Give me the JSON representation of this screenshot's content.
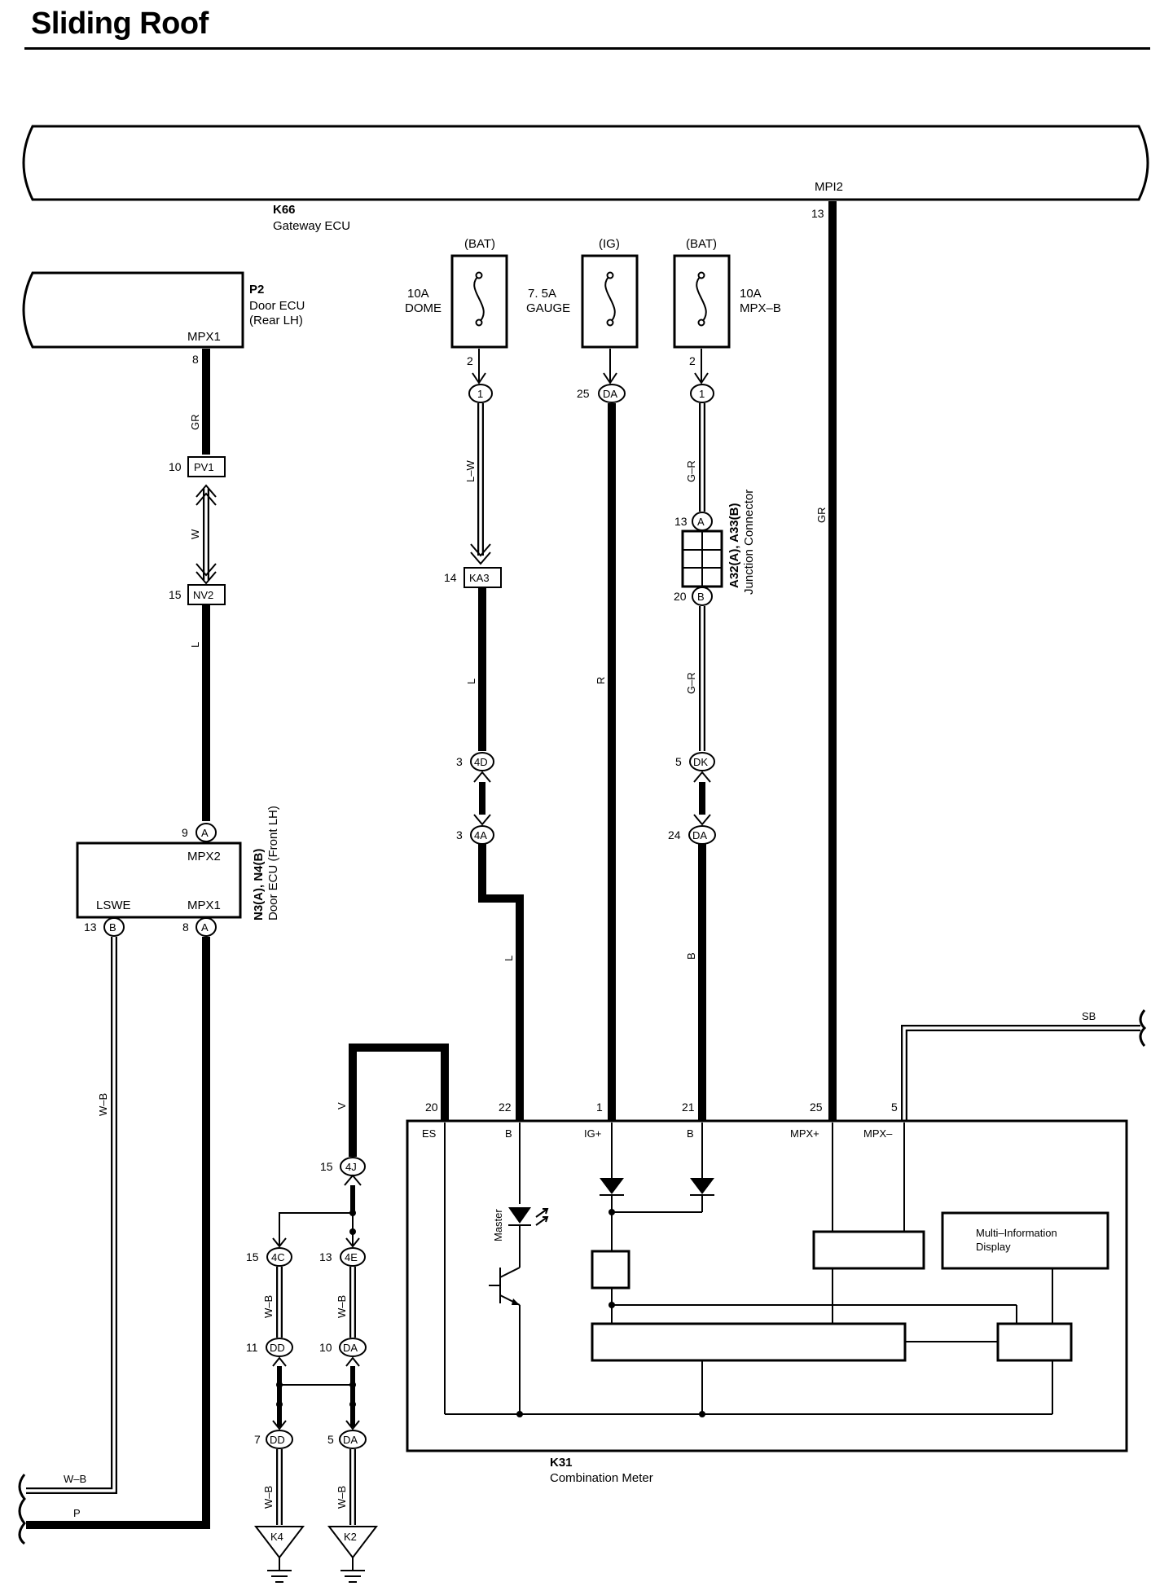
{
  "title": "Sliding Roof",
  "components": {
    "gateway": {
      "code": "K66",
      "name": "Gateway ECU",
      "terminal": "MPI2"
    },
    "door_rear": {
      "code": "P2",
      "name1": "Door ECU",
      "name2": "(Rear LH)",
      "terminal": "MPX1"
    },
    "door_front": {
      "code": "N3(A), N4(B)",
      "name": "Door ECU (Front LH)",
      "terminal_top": "MPX2",
      "terminal_left": "LSWE",
      "terminal_right": "MPX1"
    },
    "junction": {
      "code": "A32(A), A33(B)",
      "name": "Junction Connector"
    },
    "meter": {
      "code": "K31",
      "name": "Combination Meter",
      "terminals": [
        "ES",
        "B",
        "IG+",
        "B",
        "MPX+",
        "MPX–"
      ],
      "mid_label": "Multi–Information",
      "mid_label2": "Display",
      "lamp_label": "Master"
    }
  },
  "fuses": [
    {
      "source": "(BAT)",
      "rating": "10A",
      "name": "DOME"
    },
    {
      "source": "(IG)",
      "rating": "7. 5A",
      "name": "GAUGE"
    },
    {
      "source": "(BAT)",
      "rating": "10A",
      "name": "MPX–B"
    }
  ],
  "wire_colors": {
    "gr_rear": "GR",
    "w_rear": "W",
    "l_rear": "L",
    "lw": "L–W",
    "l_dome": "L",
    "l_dome2": "L",
    "r_gauge": "R",
    "gr_mpxb": "G–R",
    "gr_mpxb2": "G–R",
    "b_mpxb": "B",
    "gr_gateway": "GR",
    "sb": "SB",
    "v": "V",
    "wb1": "W–B",
    "wb2": "W–B",
    "wb3": "W–B",
    "wb4": "W–B",
    "wb_main": "W–B",
    "wb_bottom": "W–B",
    "p_bottom": "P"
  },
  "connectors": {
    "pv1": "PV1",
    "nv2": "NV2",
    "ka3": "KA3",
    "c1a": "1",
    "da_g": "DA",
    "c1b": "1",
    "ja": "A",
    "jb": "B",
    "d4d": "4D",
    "d4a": "4A",
    "dk": "DK",
    "da2": "DA",
    "nA": "A",
    "nB": "B",
    "nA2": "A",
    "j4": "4J",
    "c4c": "4C",
    "e4": "4E",
    "dd1": "DD",
    "da3": "DA",
    "dd2": "DD",
    "da4": "DA",
    "k4": "K4",
    "k2": "K2"
  },
  "pins": {
    "p8a": "8",
    "p10": "10",
    "p15a": "15",
    "p9": "9",
    "p13a": "13",
    "p8b": "8",
    "p2a": "2",
    "p14": "14",
    "p3a": "3",
    "p3b": "3",
    "p25a": "25",
    "p2b": "2",
    "p13b": "13",
    "p20a": "20",
    "p5a": "5",
    "p24": "24",
    "p13c": "13",
    "m20": "20",
    "m22": "22",
    "m1": "1",
    "m21": "21",
    "m25": "25",
    "m5": "5",
    "p15b": "15",
    "p15c": "15",
    "p13d": "13",
    "p11": "11",
    "p10b": "10",
    "p7": "7",
    "p5b": "5"
  }
}
